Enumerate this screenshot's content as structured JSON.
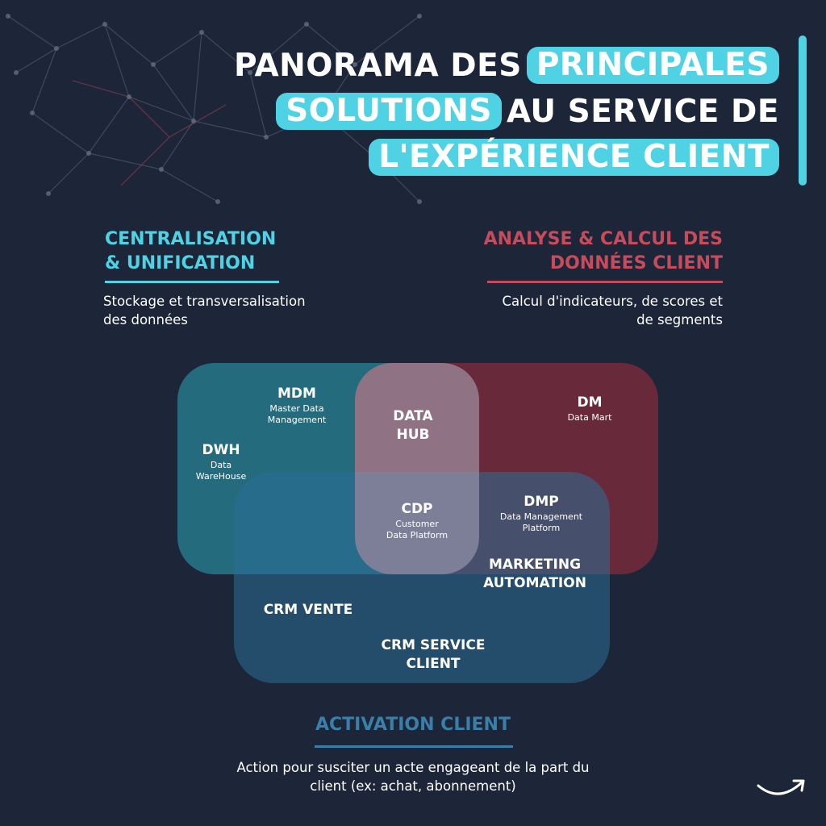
{
  "title": {
    "line1_plain": "PANORAMA DES",
    "line1_highlight": "PRINCIPALES",
    "line2_highlight": "SOLUTIONS",
    "line2_plain": "AU SERVICE DE",
    "line3_highlight": "L'EXPÉRIENCE CLIENT"
  },
  "categories": {
    "centralisation": {
      "title_line1": "CENTRALISATION",
      "title_line2": "& UNIFICATION",
      "desc_line1": "Stockage et transversalisation",
      "desc_line2": "des données"
    },
    "analyse": {
      "title_line1": "ANALYSE & CALCUL DES",
      "title_line2": "DONNÉES CLIENT",
      "desc_line1": "Calcul d'indicateurs, de scores et",
      "desc_line2": "de segments"
    },
    "activation": {
      "title": "ACTIVATION CLIENT",
      "desc_line1": "Action pour susciter un acte engageant de la part du",
      "desc_line2": "client (ex: achat, abonnement)"
    }
  },
  "solutions": {
    "mdm": {
      "abbr": "MDM",
      "sub1": "Master Data",
      "sub2": "Management"
    },
    "dwh": {
      "abbr": "DWH",
      "sub1": "Data",
      "sub2": "WareHouse"
    },
    "datahub": {
      "line1": "DATA",
      "line2": "HUB"
    },
    "dm": {
      "abbr": "DM",
      "sub1": "Data Mart"
    },
    "cdp": {
      "abbr": "CDP",
      "sub1": "Customer",
      "sub2": "Data Platform"
    },
    "dmp": {
      "abbr": "DMP",
      "sub1": "Data Management",
      "sub2": "Platform"
    },
    "marketing": {
      "line1": "MARKETING",
      "line2": "AUTOMATION"
    },
    "crm_vente": {
      "label": "CRM VENTE"
    },
    "crm_service": {
      "line1": "CRM SERVICE",
      "line2": "CLIENT"
    }
  },
  "colors": {
    "background": "#1d2639",
    "accent_cyan": "#4fd3e4",
    "accent_red": "#c84b5b",
    "activation_blue": "#3a7fa8"
  },
  "icons": {
    "network": "network-background-icon",
    "next": "curved-arrow-icon"
  }
}
